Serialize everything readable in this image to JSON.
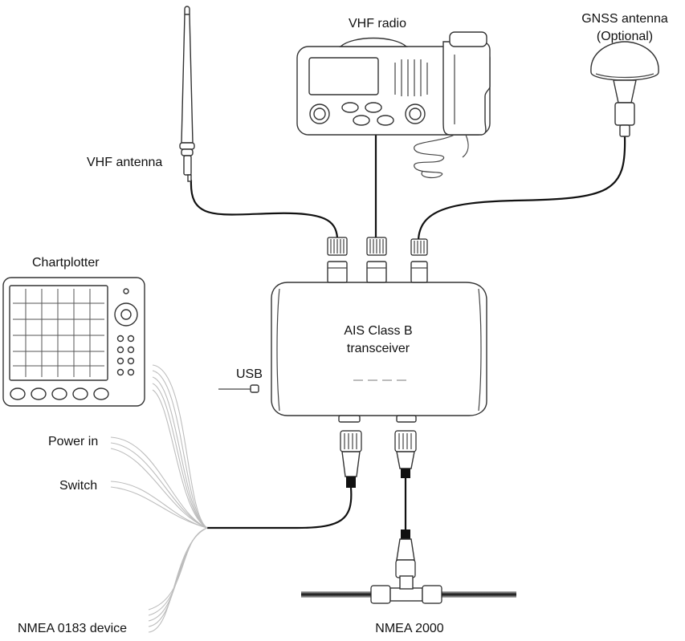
{
  "labels": {
    "vhf_radio": "VHF radio",
    "gnss_antenna_line1": "GNSS antenna",
    "gnss_antenna_line2": "(Optional)",
    "vhf_antenna": "VHF antenna",
    "chartplotter": "Chartplotter",
    "transceiver_line1": "AIS Class B",
    "transceiver_line2": "transceiver",
    "usb": "USB",
    "power_in": "Power in",
    "switch": "Switch",
    "nmea0183": "NMEA 0183 device",
    "nmea2000": "NMEA 2000"
  },
  "icons": [
    "vhf-antenna-icon",
    "vhf-radio-icon",
    "gnss-antenna-icon",
    "chartplotter-icon",
    "ais-transceiver-icon",
    "t-connector-icon"
  ],
  "colors": {
    "line": "#111111",
    "wire": "#bdbdbd",
    "outline": "#333333",
    "background": "#ffffff"
  }
}
